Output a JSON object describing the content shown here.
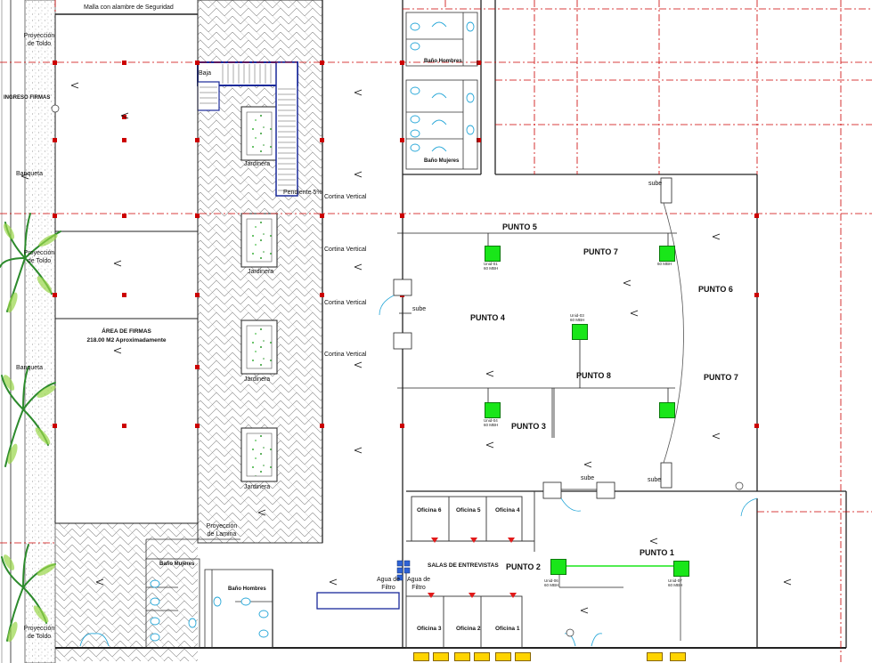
{
  "labels": {
    "malla": "Malla con alambre de Seguridad",
    "ingreso": "INGRESO FIRMAS",
    "proy_toldo_1": "Proyección de Toldo",
    "proy_toldo_2": "Proyección de Toldo",
    "proy_toldo_3": "Proyección de Toldo",
    "banqueta_1": "Banqueta",
    "banqueta_2": "Banqueta",
    "baja": "Baja",
    "pendiente": "Pendiente 5%",
    "jardinera": "Jardinera",
    "cortina": "Cortina Vertical",
    "area_firmas_1": "ÁREA DE FIRMAS",
    "area_firmas_2": "218.00 M2 Aproximadamente",
    "proy_lamina": "Proyección de Lamina",
    "bano_hombres": "Baño Hombres",
    "bano_mujeres": "Baño Mujeres",
    "sube": "sube",
    "agua_filtro": "Agua de Filtro",
    "salas": "SALAS DE ENTREVISTAS"
  },
  "puntos": {
    "p1": "PUNTO 1",
    "p2": "PUNTO 2",
    "p3": "PUNTO 3",
    "p4": "PUNTO 4",
    "p5": "PUNTO 5",
    "p6": "PUNTO 6",
    "p7a": "PUNTO 7",
    "p7b": "PUNTO 7",
    "p8": "PUNTO 8"
  },
  "oficinas": {
    "o1": "Oficina 1",
    "o2": "Oficina 2",
    "o3": "Oficina 3",
    "o4": "Oficina 4",
    "o5": "Oficina 5",
    "o6": "Oficina 6"
  },
  "units": {
    "u01": "Unid-01",
    "u03": "Unid-03",
    "u04": "Unid-04",
    "u06": "Unid-06",
    "u07": "Unid-07",
    "cap60": "60 MBH"
  },
  "colors": {
    "unit_fill": "#19e619",
    "axis_red": "#cc0000",
    "stair_blue": "#1a2a9a",
    "fixture_cyan": "#27a7d8",
    "wall_dark": "#111111"
  }
}
